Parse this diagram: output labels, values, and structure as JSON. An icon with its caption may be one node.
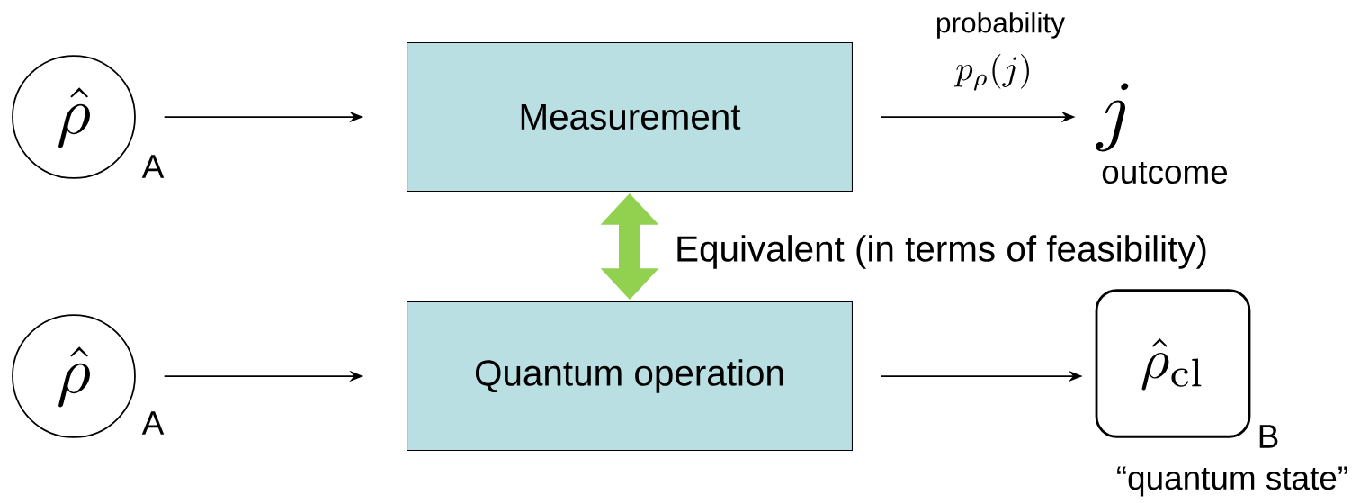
{
  "diagram": {
    "nodes": [
      {
        "text": [
          "\\hat{\\rho}"
        ],
        "beside": [
          "A"
        ]
      },
      {
        "text": [
          "Measurement"
        ]
      },
      {
        "text": [
          "j"
        ],
        "beside": [
          "outcome"
        ]
      },
      {
        "text": [
          "\\hat{\\rho}"
        ],
        "beside": [
          "A"
        ]
      },
      {
        "text": [
          "Quantum operation"
        ]
      },
      {
        "text": [
          "\\hat{\\rho}_{\\mathrm{cl}}"
        ],
        "beside": [
          "B",
          "“quantum state”"
        ]
      }
    ],
    "edges": [
      {
        "from": 0,
        "to": 1,
        "arrow": "to"
      },
      {
        "from": 1,
        "to": 2,
        "arrow": "to",
        "label": [
          "probability",
          "p_{\\rho}(j)"
        ]
      },
      {
        "from": 1,
        "to": 4,
        "arrow": "both",
        "style": "thick",
        "color": "#92d050",
        "label": [
          "Equivalent (in terms of feasibility)"
        ]
      },
      {
        "from": 3,
        "to": 4,
        "arrow": "to"
      },
      {
        "from": 4,
        "to": 5,
        "arrow": "to"
      }
    ]
  }
}
